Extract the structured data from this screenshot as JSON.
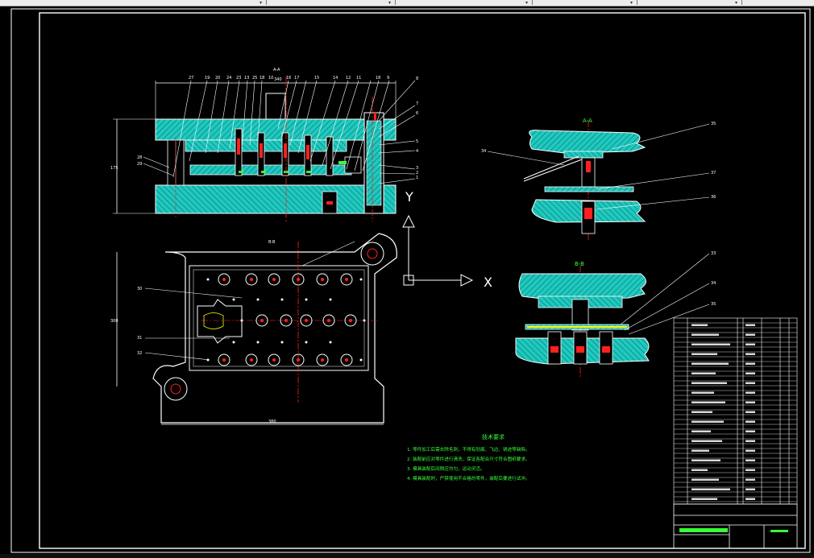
{
  "toolbar": {
    "dropdown_arrow": "▾"
  },
  "drawing": {
    "axis_x_label": "X",
    "axis_y_label": "Y",
    "section_aa_label": "A-A",
    "section_bb_label": "B-B",
    "main_view_label": "A-A",
    "plan_view_label": "B-B",
    "balloon_numbers_top": [
      "27",
      "19",
      "20",
      "24",
      "23",
      "13",
      "25",
      "18",
      "10",
      "16",
      "17",
      "15",
      "14",
      "12",
      "11",
      "18",
      "9"
    ],
    "balloon_numbers_right": [
      "8",
      "7",
      "6",
      "5",
      "4",
      "3",
      "2",
      "1"
    ],
    "balloon_numbers_left": [
      "28",
      "29"
    ],
    "balloon_numbers_plan": [
      "30",
      "31",
      "32"
    ],
    "balloon_numbers_section_aa": [
      "35",
      "34",
      "37",
      "36"
    ],
    "balloon_numbers_section_bb": [
      "33",
      "34",
      "35"
    ],
    "tech_title": "技术要求",
    "tech_requirements": [
      "1. 零件加工后需去除毛刺，不得有划痕、飞边、锈迹等缺陷。",
      "2. 装配前应对零件进行清洗，保证各配合尺寸符合图纸要求。",
      "3. 模具装配后间隙应均匀，运动灵活。",
      "4. 模具装配时，严禁使用不合格的零件，装配后要进行试冲。"
    ]
  },
  "colors": {
    "background": "#000000",
    "part_fill": "#1fc9bf",
    "outline": "#ffffff",
    "center_line": "#ff2020",
    "leader": "#ffffff",
    "dimension": "#ffffff",
    "highlight": "#ffff00",
    "green": "#38ff38"
  }
}
